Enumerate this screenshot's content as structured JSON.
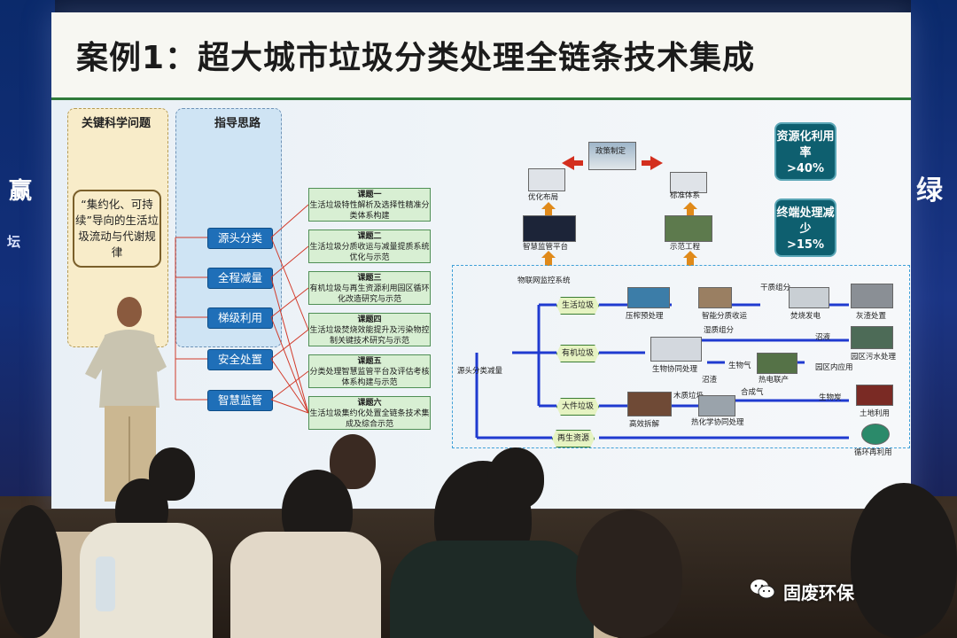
{
  "slide": {
    "title": "案例1：超大城市垃圾分类处理全链条技术集成",
    "sci_header": "关键科学问题",
    "sci_core": "“集约化、可持续”导向的生活垃圾流动与代谢规律",
    "guide_header": "指导思路",
    "guides": [
      "源头分类",
      "全程减量",
      "梯级利用",
      "安全处置",
      "智慧监管"
    ],
    "topics": [
      {
        "no": "课题一",
        "text": "生活垃圾特性解析及选择性精准分类体系构建"
      },
      {
        "no": "课题二",
        "text": "生活垃圾分质收运与减量提质系统优化与示范"
      },
      {
        "no": "课题三",
        "text": "有机垃圾与再生资源利用园区循环化改造研究与示范"
      },
      {
        "no": "课题四",
        "text": "生活垃圾焚烧效能提升及污染物控制关键技术研究与示范"
      },
      {
        "no": "课题五",
        "text": "分类处理智慧监管平台及评估考核体系构建与示范"
      },
      {
        "no": "课题六",
        "text": "生活垃圾集约化处置全链条技术集成及综合示范"
      }
    ],
    "top_flow": {
      "policy": "政策制定",
      "optimize": "优化布局",
      "standard": "标准体系",
      "platform": "智慧监管平台",
      "demo": "示范工程",
      "iot": "物联网监控系统"
    },
    "flow": {
      "source": "源头分类减量",
      "nodes": [
        "生活垃圾",
        "有机垃圾",
        "大件垃圾",
        "再生资源"
      ],
      "labels": {
        "compress": "压榨预处理",
        "smart": "智能分质收运",
        "dry": "干质组分",
        "burn": "焚烧发电",
        "ash": "灰渣处置",
        "wet": "湿质组分",
        "leach1": "沼液",
        "bio": "生物协同处理",
        "biogas": "生物气",
        "chp": "热电联产",
        "park": "园区内应用",
        "sewage": "园区污水处理",
        "residue": "沼渣",
        "wood": "木质垃圾",
        "syngas": "合成气",
        "dismantle": "高效拆解",
        "thermo": "热化学协同处理",
        "biochar": "生物炭",
        "land": "土地利用",
        "recycle": "循环再利用"
      }
    },
    "stats": [
      {
        "label": "资源化利用率",
        "value": ">40%"
      },
      {
        "label": "终端处理减少",
        "value": ">15%"
      }
    ]
  },
  "side_text": {
    "left": "赢",
    "left_small": "坛",
    "right": "绿"
  },
  "watermark": "固废环保"
}
